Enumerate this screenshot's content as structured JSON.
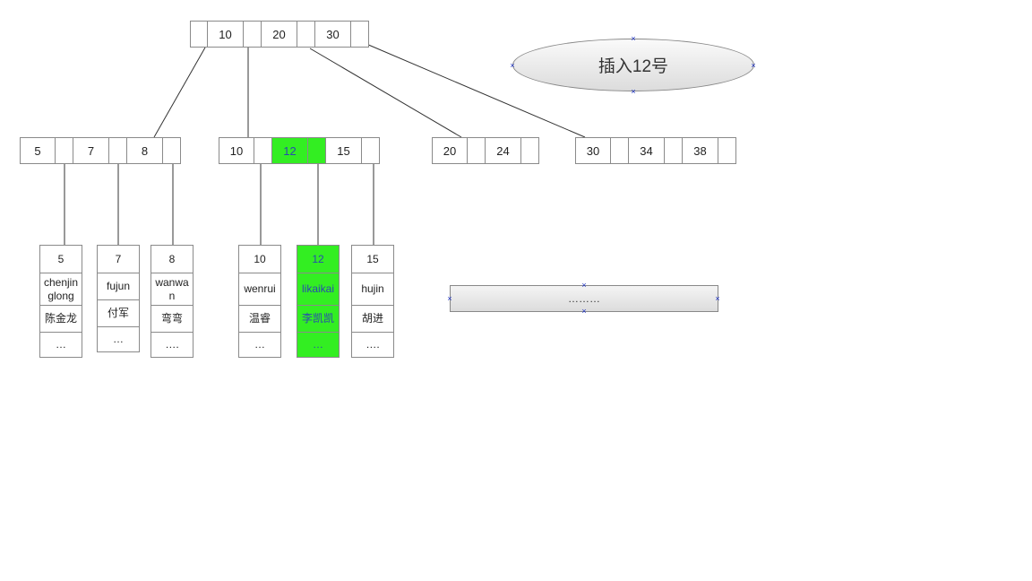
{
  "root": {
    "keys": [
      "10",
      "20",
      "30"
    ]
  },
  "internal_nodes": [
    {
      "keys": [
        "5",
        "7",
        "8"
      ]
    },
    {
      "keys": [
        "10",
        "12",
        "15"
      ]
    },
    {
      "keys": [
        "20",
        "24"
      ]
    },
    {
      "keys": [
        "30",
        "34",
        "38"
      ]
    }
  ],
  "leaves": [
    {
      "id": "5",
      "name": "chenjinglong",
      "cn": "陈金龙",
      "more": "…"
    },
    {
      "id": "7",
      "name": "fujun",
      "cn": "付军",
      "more": "…"
    },
    {
      "id": "8",
      "name": "wanwan",
      "cn": "弯弯",
      "more": "…."
    },
    {
      "id": "10",
      "name": "wenrui",
      "cn": "温睿",
      "more": "…"
    },
    {
      "id": "12",
      "name": "likaikai",
      "cn": "李凯凯",
      "more": "…"
    },
    {
      "id": "15",
      "name": "hujin",
      "cn": "胡进",
      "more": "…."
    }
  ],
  "annotation": {
    "text": "插入12号"
  },
  "placeholder": {
    "text": "………"
  },
  "colors": {
    "highlight": "#33ee22",
    "highlight_text": "#2a4ab0",
    "border": "#8a8a8a",
    "handle": "#1a2fc0"
  }
}
